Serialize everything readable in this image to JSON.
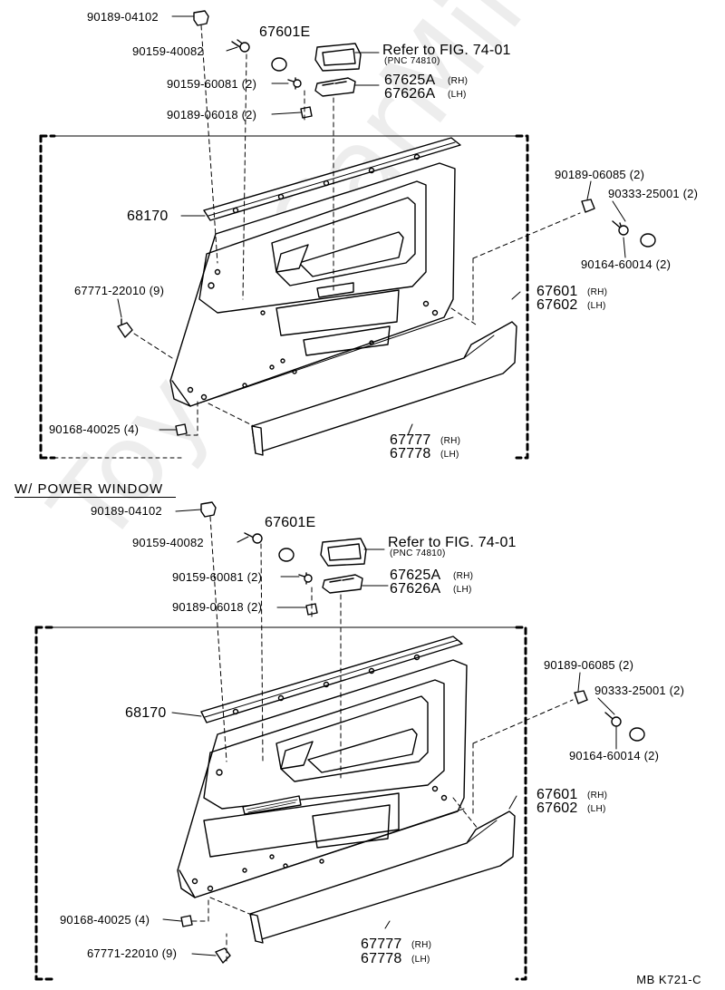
{
  "section_title": "W/ POWER WINDOW",
  "figure_code": "MB  K721-C",
  "watermark": "ToyotaCarMine.ru",
  "top": {
    "p_90189_04102": "90189-04102",
    "p_90159_40082": "90159-40082",
    "p_67601E": "67601E",
    "p_ref": "Refer to FIG. 74-01",
    "p_ref_sub": "(PNC 74810)",
    "p_90159_60081": "90159-60081 (2)",
    "p_67625A": "67625A",
    "p_67625A_sub": "(RH)",
    "p_67626A": "67626A",
    "p_67626A_sub": "(LH)",
    "p_90189_06018": "90189-06018 (2)",
    "p_90189_06085": "90189-06085 (2)",
    "p_90333_25001": "90333-25001 (2)",
    "p_68170": "68170",
    "p_90164_60014": "90164-60014 (2)",
    "p_67771": "67771-22010 (9)",
    "p_67601": "67601",
    "p_67601_sub": "(RH)",
    "p_67602": "67602",
    "p_67602_sub": "(LH)",
    "p_90168_40025": "90168-40025 (4)",
    "p_67777": "67777",
    "p_67777_sub": "(RH)",
    "p_67778": "67778",
    "p_67778_sub": "(LH)"
  },
  "bottom": {
    "p_90189_04102": "90189-04102",
    "p_90159_40082": "90159-40082",
    "p_67601E": "67601E",
    "p_ref": "Refer to FIG. 74-01",
    "p_ref_sub": "(PNC 74810)",
    "p_90159_60081": "90159-60081 (2)",
    "p_67625A": "67625A",
    "p_67625A_sub": "(RH)",
    "p_67626A": "67626A",
    "p_67626A_sub": "(LH)",
    "p_90189_06018": "90189-06018 (2)",
    "p_90189_06085": "90189-06085 (2)",
    "p_90333_25001": "90333-25001 (2)",
    "p_68170": "68170",
    "p_90164_60014": "90164-60014 (2)",
    "p_67601": "67601",
    "p_67601_sub": "(RH)",
    "p_67602": "67602",
    "p_67602_sub": "(LH)",
    "p_90168_40025": "90168-40025 (4)",
    "p_67777": "67777",
    "p_67777_sub": "(RH)",
    "p_67778": "67778",
    "p_67778_sub": "(LH)",
    "p_67771": "67771-22010 (9)"
  }
}
